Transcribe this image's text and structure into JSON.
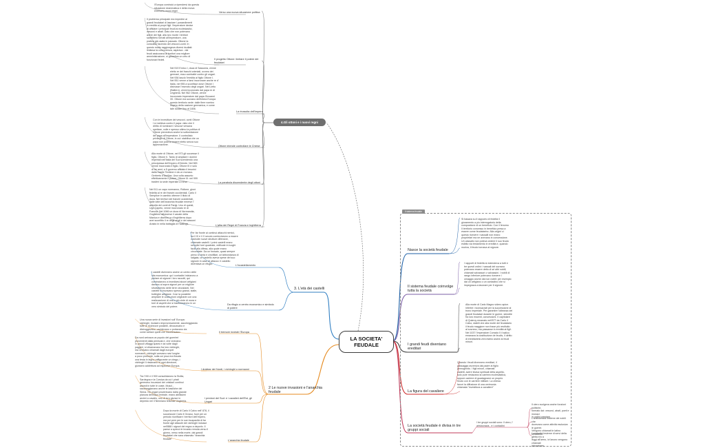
{
  "central_topic": "LA SOCIETA' FEUDALE",
  "section_group": {
    "label": "4.Gli ottoni e i nuovi regni",
    "subs": [
      {
        "label": "Verso una nuova situazione politica",
        "note": "l'Europa cominciò a ripendersi da questa\nsituazione drammatica e della nnova\nemersero nuovi regni"
      },
      {
        "label": "Il progetto Ottone: limitare il potere dei\nfeudatari",
        "note": "Il problema principale era impedire ai\ngrandi feudatari di lasciare i possedimenti\nin eredità ai propri figli. l'imperatore decise\ndi affidare i principali feudi ai ecclesiastici,\nvescovi e abati. Dato che non potevano\navere dei figli, alla loro morte i territori\nsarebbero tornati all'imperatore, una\npratica già usata in passato. Ottone la\nconsolidò facendo dei vescovi-conti. In\nquesto modo raggiungeva diversi risultati:\nlimitava la concorrenza, aspirava - dai\nfeudi assicurava ai territori una migliore\namministrazione, si garantiva un ceto di\nfunzionari fedeli."
      },
      {
        "label": "La rinascita dell'impero",
        "note": "Nel 919 Enrico I, duca di Sassonia, venne\neletto re dei franchi orientali, ovvero dei\ngermani, esso combatté contro gli ungari.\nNel 936 lasciò l'eredità al figlio Ottone I.\nNel 951 venne a farsi incoronare anche re d'\nItalia, nel 955 a sconfisse dove Ottone I\ndistrusse l'esercito degli ungari. Nel Lietto\n(Baltero), venni incoronato dal papa re di\nUngheria. Nel 962 Ottone, venne\nincoronato imperatore dal papa Giovanni\nXII. Ottone era sovrano dell'intera Europa\nquesto territorio sede: dalle fiere nomino\nimpero della nazione germanica, e come\ntale durare fino al 1806."
      },
      {
        "label": "Ottone intende controllare le Chiese",
        "note": "Con le investiture dei vescovi- conti Ottone\nI si metteva contro il papa: visto che il\ndiritto di nominare i vescovi versava\nspettare, volle e spesso ottimo la politica di\nOttone prevedeva anche la sottomissione\ndel papa all'imperatore. Il controllato\nprivilegio di Ottone, in cui: stabiliva che un\npapa non poteva essere eletto senza suo\napprovazione."
      },
      {
        "label": "La parabola discendente degli ottoni",
        "note": "Alla morte di Ottone, nel 973 gli successe il\nfiglio, Ottone II. Tanto di ampliare i domini\nimperiali nell'Italia del Sud scendendo una\nprincipessa dell'Impero d'Oriente. Nel 983\nvenne incoronato il figlio, Ottone III e solo\ndi tre anni; a 5 governo affidato il tesorini\ndalla madre Teofane e da un monaco.\nGerberto d'Aurillac. Una volta assunto\neffettivamente il potere, Ottone III: nel 999\ntrasferì la sede imperiale a roma."
      },
      {
        "label": "L'alba dei Regni di Francia e Inghilterra",
        "note": "Nel 911 un capo normanno, Rollone, giurò\nfedeltà al re dei franchi occidentali, Carlo il\nSemplice in cambio ottenne il titolo di\nduca. Nei territori dei franchi occidentali,\ndalle lotte dell'anarchia feudale emerse l'\nautorità dei conti di Parigi. Uno di questi,\nUgo Capeto, venne incoronato re di\nFrancia. Nel 1066 un duca di Normandia,\nGuglielmo attraversò il canale della\nManica e divenne re d'Inghilterra dopo\navei sconfitto il re degli angli e dei sassoni\nAraldo in nella battaglia di Hastings."
      }
    ]
  },
  "left_topics": [
    {
      "label": "3. L'età dei castelli",
      "subs": [
        {
          "label": "L'incastellamento",
          "note": "Per far fronte ai continui attacchi nemici,\ntra il IX e il X secolo cominciarono a essere\ncostruite nuove strutture difensive,\nchiamate castelli. I primi castelli erano\nsemplici torri quadrate, edificate in luoghi\nfacili alla difesa, alla quale erano\ncircondate. Da un fossato, quasi sempre\npieno lo cinta e cinofillari, un'abbondanza di\nsalgaia, un castello aveva spese del suo\nsignore in caso di attacco: il castello\ndiventava un rifugio."
        },
        {
          "label": "Da rifugio a centro economico e simbolo\ndi potere",
          "note": "I castelli divennero anche un centro delle\nvita economica: qui i contadini iniziarono a\nportare al signore i loro raccolti, qui\ncominciarono a insediarsi alcuni artigiani\ndavano ai sopra signori per un migliore\nsfruttamento delle terre circostanti. Nei\ncastelli si trovavano spesso granai, stalle,\nbotteghe artigiane. Così la possibile\nampliare le costruzioni originarie con una\nrealizzazione di una o più cinte di mura e\ntorri di aspetti che si trasformarono in un\nvero simbolo del potere."
        }
      ]
    },
    {
      "label": "2 Le nuove invasioni e l'anarchia\nfeudale",
      "subs": [
        {
          "label": "Il tremore investe l'Europa",
          "note": "Una nuova serie di invasioni sull' Europa:\nvichinghi, invasero improvvisamente, saccheggiando\ntutte le ricchezze possibili, diroccavano e\ndistruggevano, uccidevano o portavano via\ncome schiavi quelli che incontravano."
        },
        {
          "label": "I drakkar dei Nordi, i vichinghi o normanni",
          "note": "Da nord arrivava un popolo dei guerrieri\nprovenienti dalla penisola e, che vivevano\nin piccoli villaggi sparsi e da volte dagli\npaggeri, si chiamavano fra loro vichinghi,\nma venivano chiamati dagli europei\nnormanni, vichinghi avevano navi lunghe\na poco profonde, sulla cui prua era fissata\nuna testa in legno raffigurante un drago, i\nvichinghi li rissavano in ogni direzione,\ngiunsero addirittura ad esplorare Europa."
        },
        {
          "label": "I predoni del Sud: e i cavalieri dell'Est, gli\nUngari",
          "note": "Tra l'VIII e il 900 consolidarono la Sicilia,\nSardegna e la Corsica da cui i pirati\ngerenavo incursioni dei cristiani continui\nassedi in tutte le coste, Muscl...\nsaccheggiavano anche le basiliche dei\nSiena. Gli ungari provenivano dalla grande\npianura dell'Asia centrale, erano abilissimi\narcieri a cavallo, uno di loro giunse in\ndepredo nei il Nenniano tellurale Ungheria."
        },
        {
          "label": "L'anarchia feudale",
          "note": "Dopo la morte di Carlo il Calvo nell' 878, il\nsuccessore Carlo il Grosso, fuori per un\nperiodo riunificare i territori dell'impero,\nma poi però per le sue incapacità di far\nfronte agli attacchi dei vichinghi indusse\nnell'888 i signori dei regno a deporlo. Il\npaese a sprecò le invasio remota verso il\ngiorno, verso nella morte, dai grandi\nfeudatari che sara chiamato \"anarchia\nfeudale\""
        }
      ]
    }
  ],
  "frame_label": "Il sistema feudale",
  "right_topics": [
    {
      "label": "Nasce la società feudale",
      "note": "Si basava su il rapporto di fedeltà il\ngiuramento a piu interrogatorio della\ncompostione di un beneficio. Con il fenomo\nIl territorio concesso in beneficio presa a\nessere come feudatarino. Alla origini ci\nquesto ricevere i vassalli non erano\nproprietari ma ne avevano in concessione.\nUn vassallo non poteva cedere il suo feudo\nesibito via testamento in eredità e, quando\nmoriva, il feudo tornava al signore."
    },
    {
      "label": "Il sistema feudale coinvolge\ntutta la società",
      "note": "I rapporti di fedeltà si estendeva a tutti e\ntre questi ordini: i vassali del sovrano\npotevano essere detto di sé altri nobili,\nchiamati valvassori o valvassini. I nobili di\nrango inferiore potevano ricevere i\nomaggio anche dai non nobili: per esempio\ndai un artigiano o un contadino che si\nimpegnava a lavorare per il signore."
    },
    {
      "label": "I grandi feudi diventano\nereditari",
      "note": "Alla morte di Carlo Magno videro apice.\nInfertre: riconsacrati per la successione al\ntrono imperiale. Per garantire l'alleanza dei\ngrandi feudatari durante le guerre, stendile\nfra loro essenti, concessioni. Il capitolare\ndi Quiercy emanato nell'877 da Carlo il\nCalvo, stabilì che alla morte del feudatario\nil feudo maggiore non fosse più restituito\nal sovrano, ma passasse in eredità ai figli.\nNel 1037 l'imperatore Corrado II il salico\nemanava la costituzione de feudis, il diritto\ndi ereditarietà veni estesi anche ai feudi\nminori."
    },
    {
      "label": "La figura del cavaliere",
      "note": "Quando i feudi divennero ereditari, il\npassaggio avveniva dal padre al figlio\nprimogenito. I figli minori, chiamati\ncadetti, avere tinava spirituali della aspetto,\nsolo pure restavano la carriera ecclesiastica,\noppure carriere di guadagnarsi un proprio\nfeudo con le carriere militare. La chiesa\nfavorì la diffusione di una cerimonia\nchiamata \"investitura a cavaliere\""
    },
    {
      "label": "La società feudale è divisa in tre\ngruppi sociali",
      "mid": "I tre gruppi sociali sono: Il clero, l'\naristocrazia , e i contadini",
      "subs": [
        {
          "note": "Il clero svolgeva anche funzioni politiche,\nformato dai: vescovi, abati, poeti e monaci\nin ordini prestare."
        },
        {
          "note": "L'aristocrazia insieme dei nobili che\ndovevano come attività esclusiva le guerre.\nVengono chiamati in latino bellatores."
        },
        {
          "note": "I contadini insieme di servi della gleba e/o a\nleggi all'armo, ivi lavoro vengono chiamati\nlaboratores."
        }
      ]
    }
  ],
  "colors": {
    "frame_tag_bg": "#8c8c8c",
    "group_pill_bg": "#6f6f6f",
    "branch_grey": "#7a7a7a",
    "branch_blue": "#2f7ec2",
    "branch_orange": "#e58a1f",
    "branch_right_blue": "#1c5fa6",
    "branch_purple": "#7a5ca6",
    "branch_dark": "#3b3b3b",
    "branch_red": "#cc2b2b",
    "branch_pink": "#c03a5a"
  }
}
